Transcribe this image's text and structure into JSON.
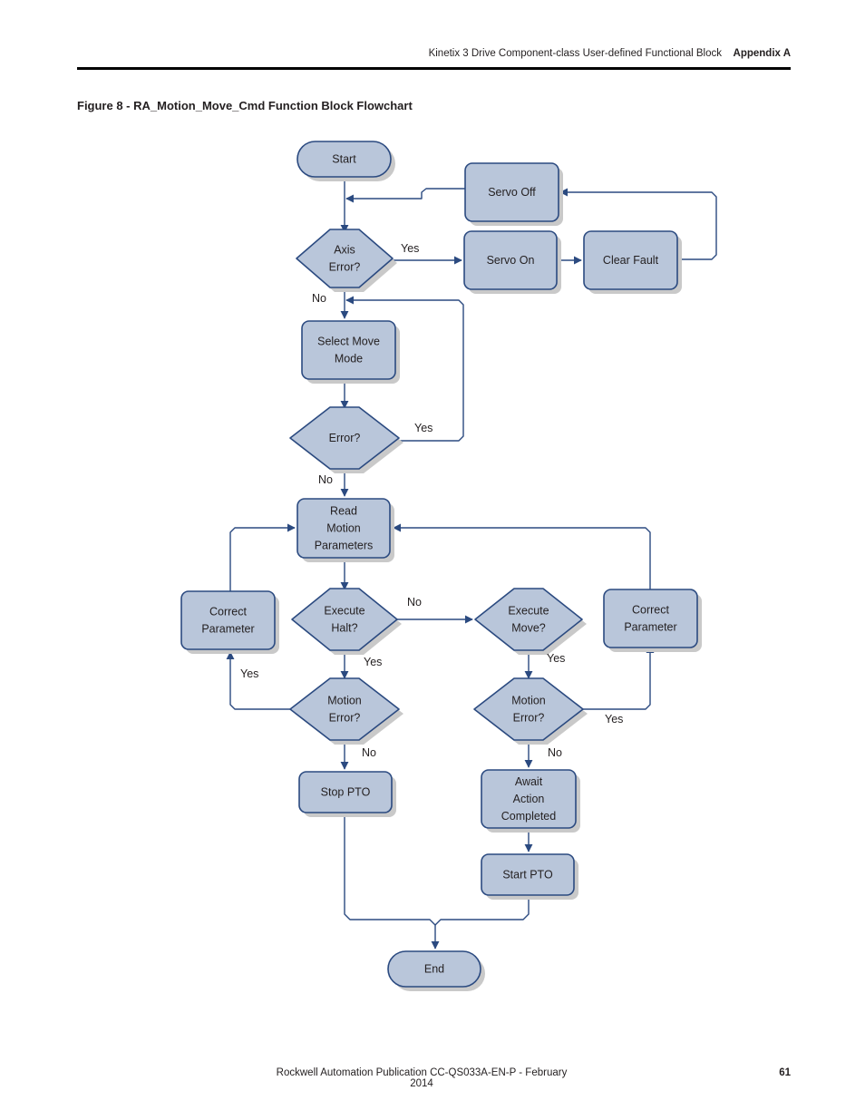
{
  "header": {
    "doc_title": "Kinetix 3 Drive Component-class User-defined Functional Block",
    "appendix": "Appendix A"
  },
  "figure_title": "Figure 8 - RA_Motion_Move_Cmd Function Block Flowchart",
  "colors": {
    "node_fill": "#b9c6da",
    "node_stroke": "#2b4a80",
    "shadow": "#c9c9c9",
    "connector": "#2b4a80"
  },
  "nodes": {
    "start": [
      "Start"
    ],
    "servo_off": [
      "Servo Off"
    ],
    "axis_error": [
      "Axis",
      "Error?"
    ],
    "servo_on": [
      "Servo On"
    ],
    "clear_fault": [
      "Clear Fault"
    ],
    "select_move": [
      "Select Move",
      "Mode"
    ],
    "error": [
      "Error?"
    ],
    "read_params": [
      "Read",
      "Motion",
      "Parameters"
    ],
    "correct_left": [
      "Correct",
      "Parameter"
    ],
    "execute_halt": [
      "Execute",
      "Halt?"
    ],
    "execute_move": [
      "Execute",
      "Move?"
    ],
    "correct_right": [
      "Correct",
      "Parameter"
    ],
    "motion_error_left": [
      "Motion",
      "Error?"
    ],
    "motion_error_right": [
      "Motion",
      "Error?"
    ],
    "stop_pto": [
      "Stop PTO"
    ],
    "await_action": [
      "Await",
      "Action",
      "Completed"
    ],
    "start_pto": [
      "Start PTO"
    ],
    "end": [
      "End"
    ]
  },
  "edge_labels": {
    "axis_yes": "Yes",
    "axis_no": "No",
    "error_yes": "Yes",
    "error_no": "No",
    "halt_no": "No",
    "halt_yes": "Yes",
    "move_yes": "Yes",
    "motion_left_yes": "Yes",
    "motion_left_no": "No",
    "motion_right_yes": "Yes",
    "motion_right_no": "No"
  },
  "footer": {
    "publication": "Rockwell Automation Publication CC-QS033A-EN-P - February 2014",
    "page_number": "61"
  }
}
